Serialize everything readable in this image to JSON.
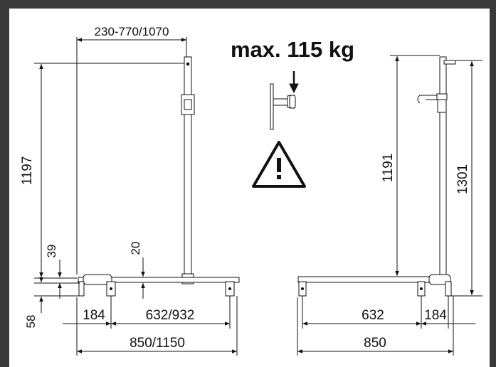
{
  "diagram": {
    "load_title": "max. 115 kg",
    "front": {
      "width_top": "230-770/1070",
      "height": "1197",
      "foot_h1": "39",
      "foot_h2": "58",
      "bar_h": "20",
      "seg_left": "184",
      "seg_right": "632/932",
      "total_width": "850/1150"
    },
    "side": {
      "height_inner": "1191",
      "height_total": "1301",
      "seg_left": "632",
      "seg_right": "184",
      "total_width": "850"
    },
    "icons": [
      "load-arrow-icon",
      "warning-triangle-icon"
    ],
    "colors": {
      "frame": "#3a3a3a",
      "line": "#111111",
      "paper": "#ffffff"
    }
  }
}
